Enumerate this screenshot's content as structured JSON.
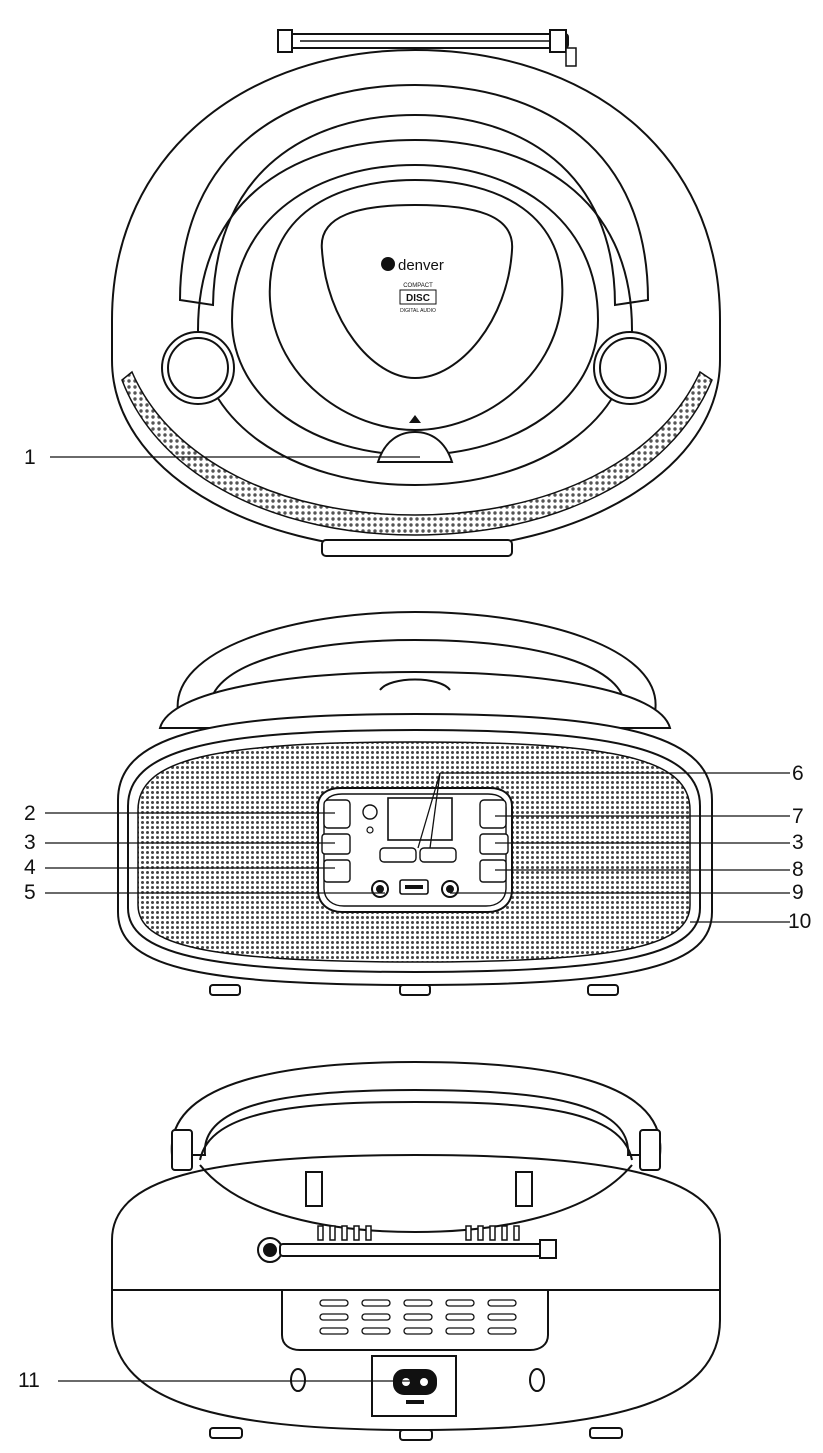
{
  "brand": {
    "logo_text": "denver"
  },
  "disc_logo": {
    "lines": [
      "COMPACT",
      "DISC",
      "DIGITAL AUDIO"
    ]
  },
  "callouts": {
    "c1": "1",
    "c2": "2",
    "c3_left": "3",
    "c4": "4",
    "c5": "5",
    "c6": "6",
    "c7": "7",
    "c3_right": "3",
    "c8": "8",
    "c9": "9",
    "c10": "10",
    "c11": "11"
  },
  "colors": {
    "line": "#111111",
    "grille": "#bdbdbd",
    "background": "#ffffff"
  },
  "icons": [
    "eject-icon",
    "usb-port-icon",
    "aux-jack-icon",
    "headphone-jack-icon",
    "ac-inlet-icon",
    "telescopic-antenna-icon"
  ]
}
